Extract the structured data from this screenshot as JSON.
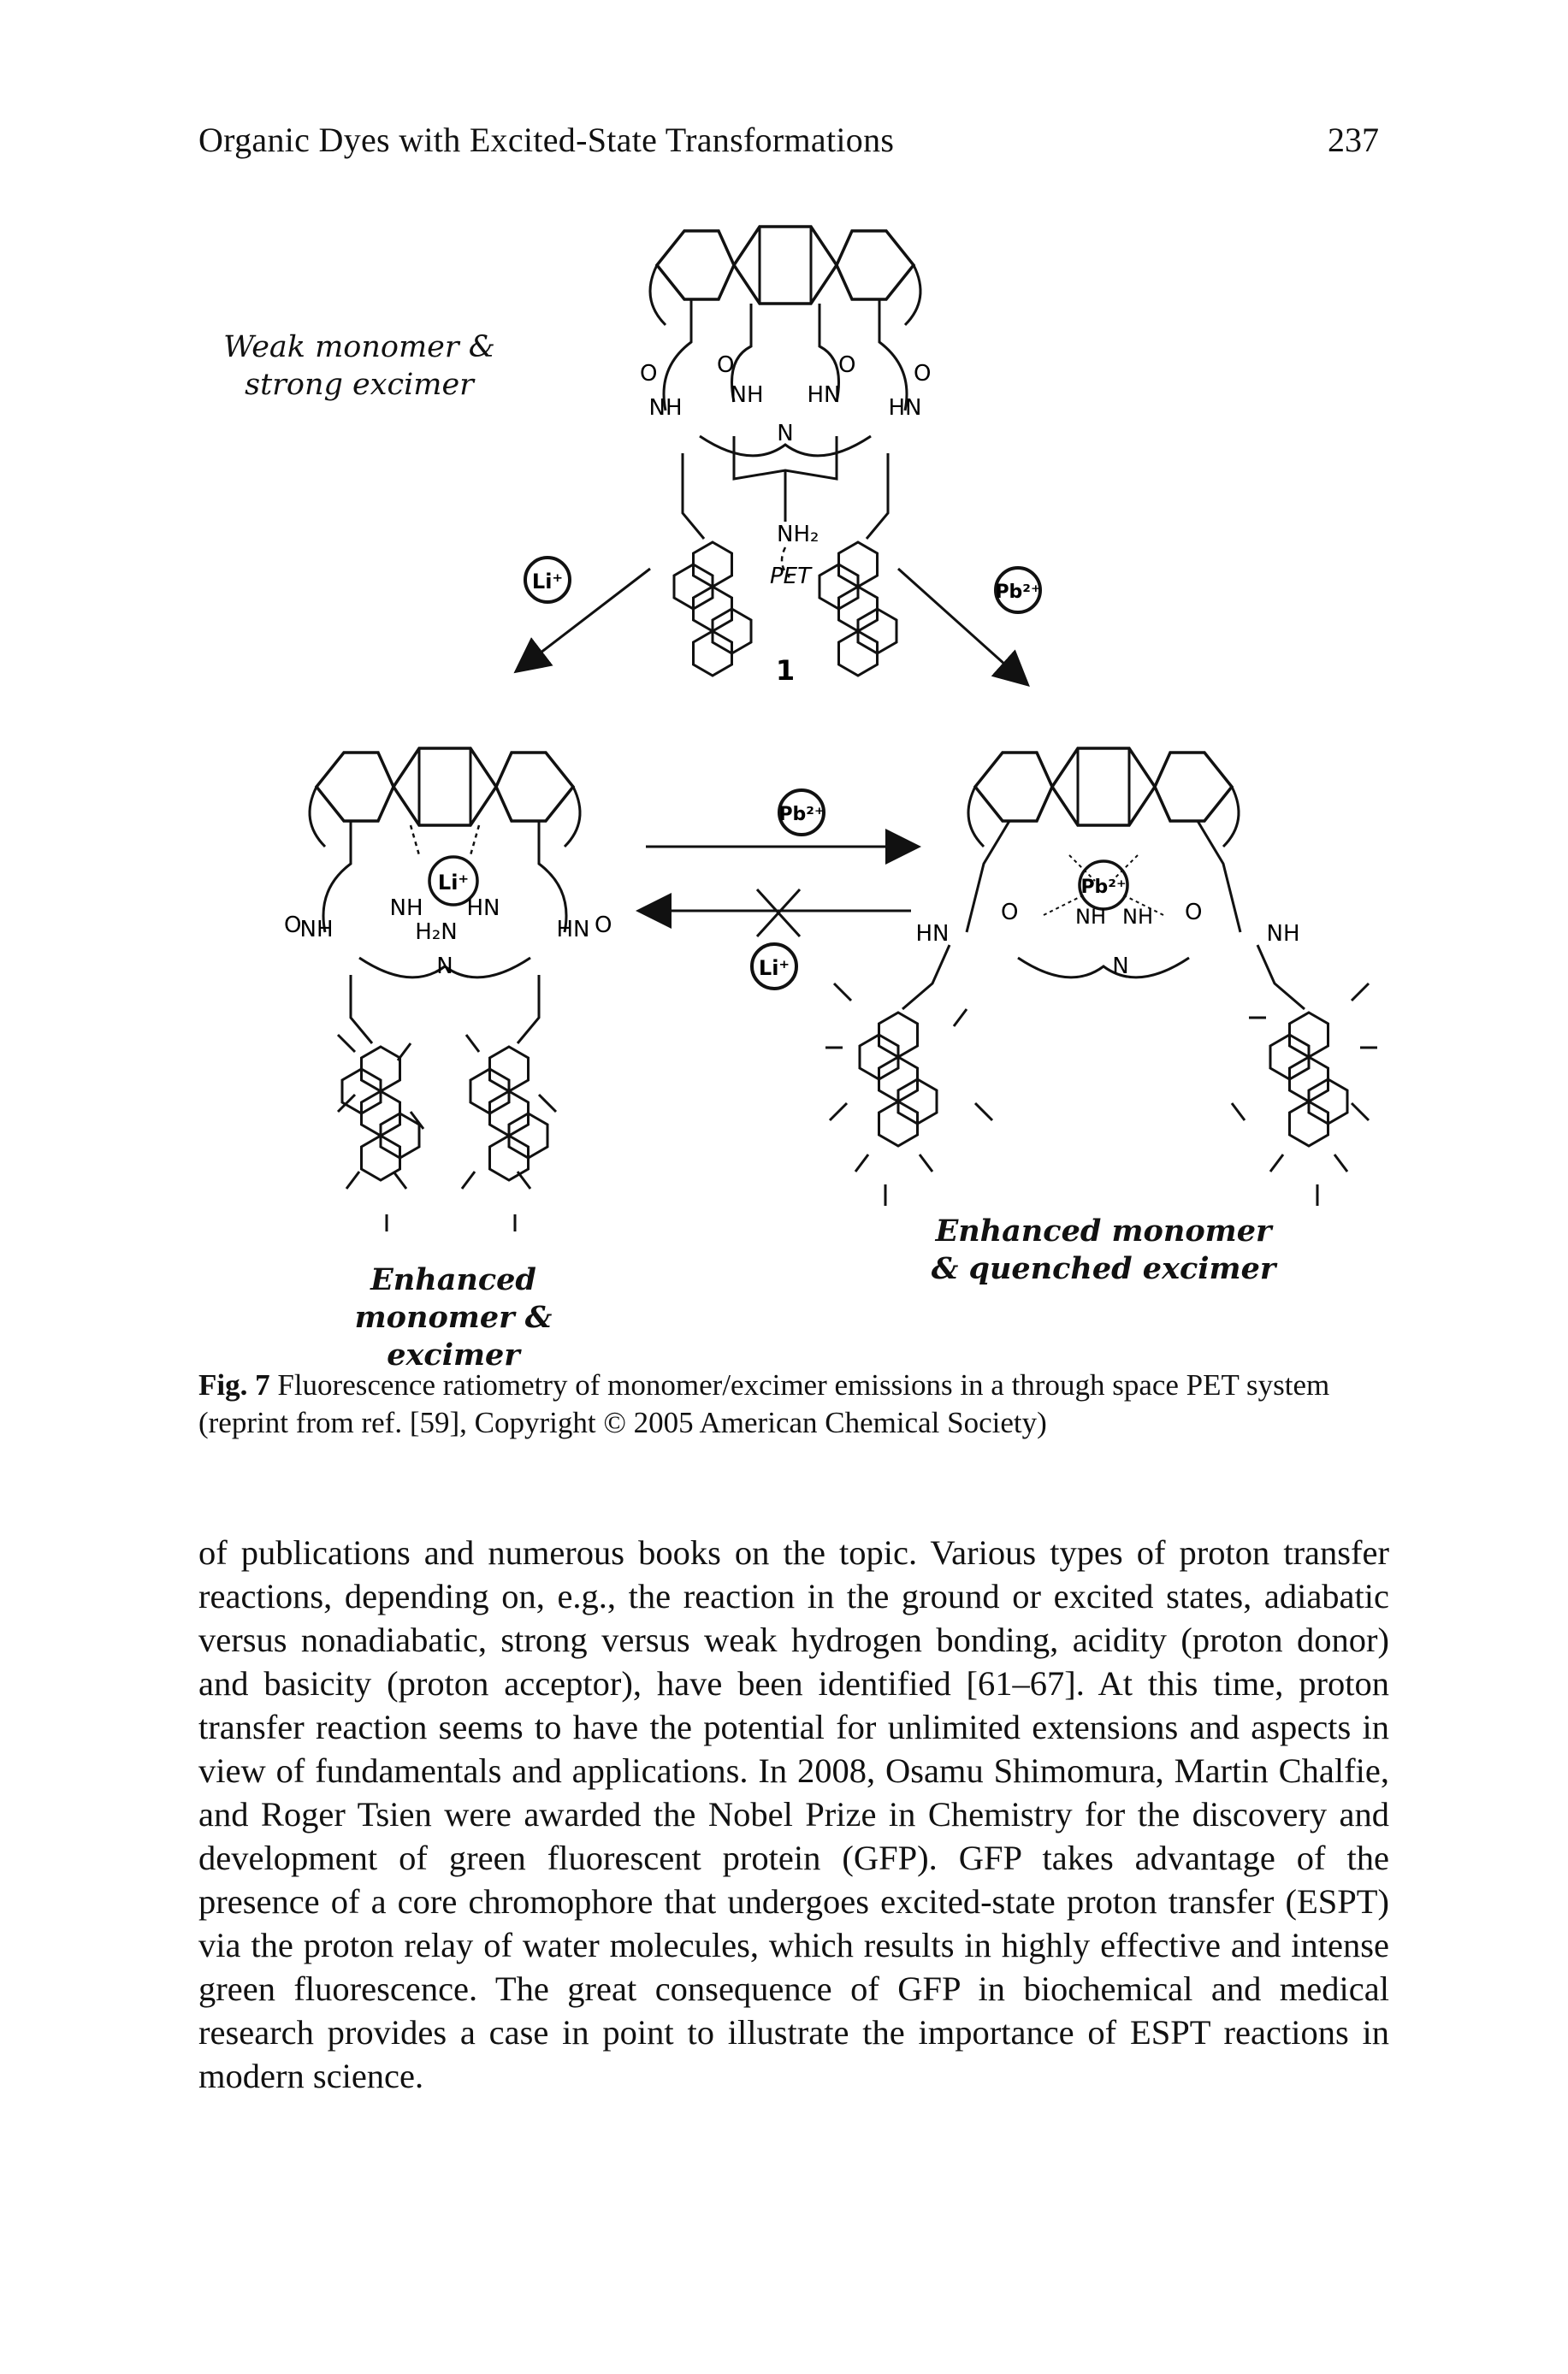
{
  "header": {
    "running_title": "Organic Dyes with Excited-State Transformations",
    "page_number": "237"
  },
  "figure": {
    "labels": {
      "top_left": "Weak monomer & strong excimer",
      "top_compound_number": "1",
      "top_amine": "NH2",
      "top_pet": "PET",
      "bottom_left": "Enhanced monomer & excimer",
      "bottom_right": "Enhanced monomer & quenched excimer",
      "ion_li": "Li+",
      "ion_pb": "Pb2+",
      "nh": "NH",
      "hn": "HN",
      "n": "N",
      "o": "O",
      "h2n": "H2N"
    }
  },
  "caption": {
    "fig_ref": "Fig. 7",
    "text": "Fluorescence ratiometry of monomer/excimer emissions in a through space PET system (reprint from ref. [59], Copyright © 2005 American Chemical Society)"
  },
  "body": {
    "paragraph": "of publications and numerous books on the topic. Various types of proton transfer reactions, depending on, e.g., the reaction in the ground or excited states, adiabatic versus nonadiabatic, strong versus weak hydrogen bonding, acidity (proton donor) and basicity (proton acceptor), have been identified [61–67]. At this time, proton transfer reaction seems to have the potential for unlimited extensions and aspects in view of fundamentals and applications. In 2008, Osamu Shimomura, Martin Chalfie, and Roger Tsien were awarded the Nobel Prize in Chemistry for the discovery and development of green fluorescent protein (GFP). GFP takes advantage of the presence of a core chromophore that undergoes excited-state proton transfer (ESPT) via the proton relay of water molecules, which results in highly effective and intense green fluorescence. The great consequence of GFP in biochemical and medical research provides a case in point to illustrate the importance of ESPT reactions in modern science."
  }
}
